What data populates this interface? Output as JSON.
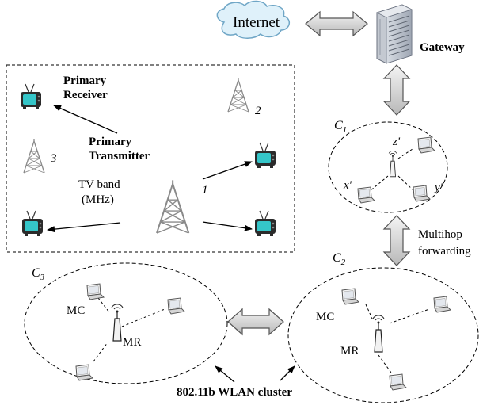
{
  "nodes": {
    "internet": "Internet",
    "gateway": "Gateway",
    "primary_receiver": [
      "Primary",
      "Receiver"
    ],
    "primary_transmitter": [
      "Primary",
      "Transmitter"
    ],
    "tv_band": [
      "TV band",
      "(MHz)"
    ],
    "tower_numbers": [
      "1",
      "2",
      "3"
    ]
  },
  "clusters": {
    "c1": {
      "base": "C",
      "sub": "1",
      "nodes": [
        "z'",
        "x'",
        "y'"
      ]
    },
    "c2": {
      "base": "C",
      "sub": "2",
      "mc": "MC",
      "mr": "MR"
    },
    "c3": {
      "base": "C",
      "sub": "3",
      "mc": "MC",
      "mr": "MR"
    }
  },
  "links": {
    "multihop": [
      "Multihop",
      "forwarding"
    ]
  },
  "caption": "802.11b WLAN cluster",
  "colors": {
    "cloud_fill": "#dff1fa",
    "cloud_stroke": "#6fa6c6",
    "arrow_fill": "#d9d9d9",
    "tv_screen": "#35c6c9",
    "tower": "#8a8a8a"
  }
}
